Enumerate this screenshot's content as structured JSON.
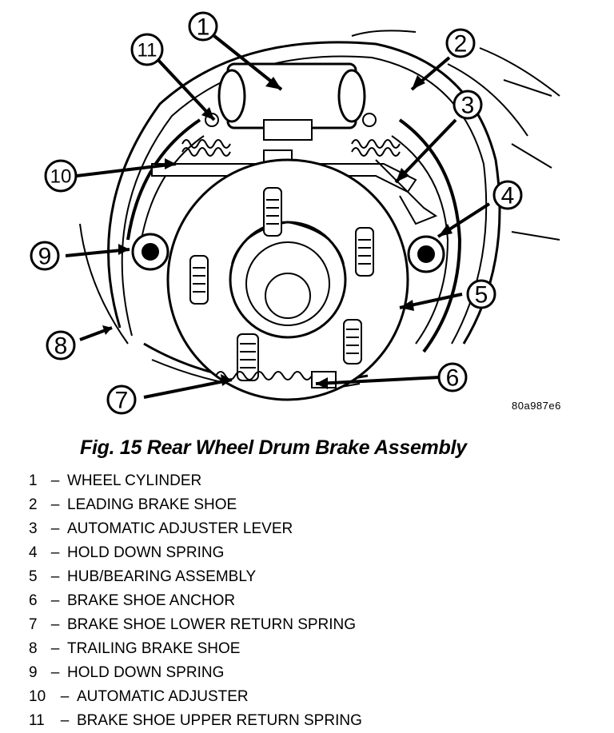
{
  "figure": {
    "code": "80a987e6",
    "callouts": [
      "1",
      "2",
      "3",
      "4",
      "5",
      "6",
      "7",
      "8",
      "9",
      "10",
      "11"
    ]
  },
  "caption": "Fig. 15 Rear Wheel Drum Brake Assembly",
  "legend": [
    {
      "num": "1",
      "sep": "–",
      "text": "WHEEL CYLINDER"
    },
    {
      "num": "2",
      "sep": "–",
      "text": "LEADING BRAKE SHOE"
    },
    {
      "num": "3",
      "sep": "–",
      "text": "AUTOMATIC ADJUSTER LEVER"
    },
    {
      "num": "4",
      "sep": "–",
      "text": "HOLD DOWN SPRING"
    },
    {
      "num": "5",
      "sep": "–",
      "text": "HUB/BEARING ASSEMBLY"
    },
    {
      "num": "6",
      "sep": "–",
      "text": "BRAKE SHOE ANCHOR"
    },
    {
      "num": "7",
      "sep": "–",
      "text": "BRAKE SHOE LOWER RETURN SPRING"
    },
    {
      "num": "8",
      "sep": "–",
      "text": "TRAILING BRAKE SHOE"
    },
    {
      "num": "9",
      "sep": "–",
      "text": "HOLD DOWN SPRING"
    },
    {
      "num": "10",
      "sep": "–",
      "text": "AUTOMATIC ADJUSTER"
    },
    {
      "num": "11",
      "sep": "–",
      "text": "BRAKE SHOE UPPER RETURN SPRING"
    }
  ]
}
